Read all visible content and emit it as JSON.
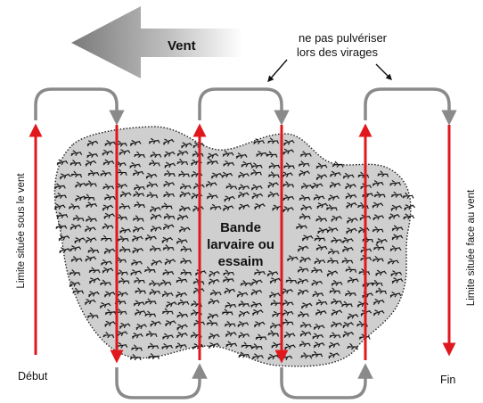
{
  "wind": {
    "label": "Vent"
  },
  "note": {
    "line1": "ne pas pulvériser",
    "line2": "lors des virages"
  },
  "band": {
    "line1": "Bande",
    "line2": "larvaire ou",
    "line3": "essaim"
  },
  "limits": {
    "downwind": "Limite située sous le vent",
    "upwind": "Limite située face au vent"
  },
  "start_label": "Début",
  "end_label": "Fin",
  "colors": {
    "pass": "#e0181e",
    "turn": "#8a8a8a",
    "band_fill": "#cfcfcf"
  },
  "icons": {
    "locust": "locust-icon"
  }
}
